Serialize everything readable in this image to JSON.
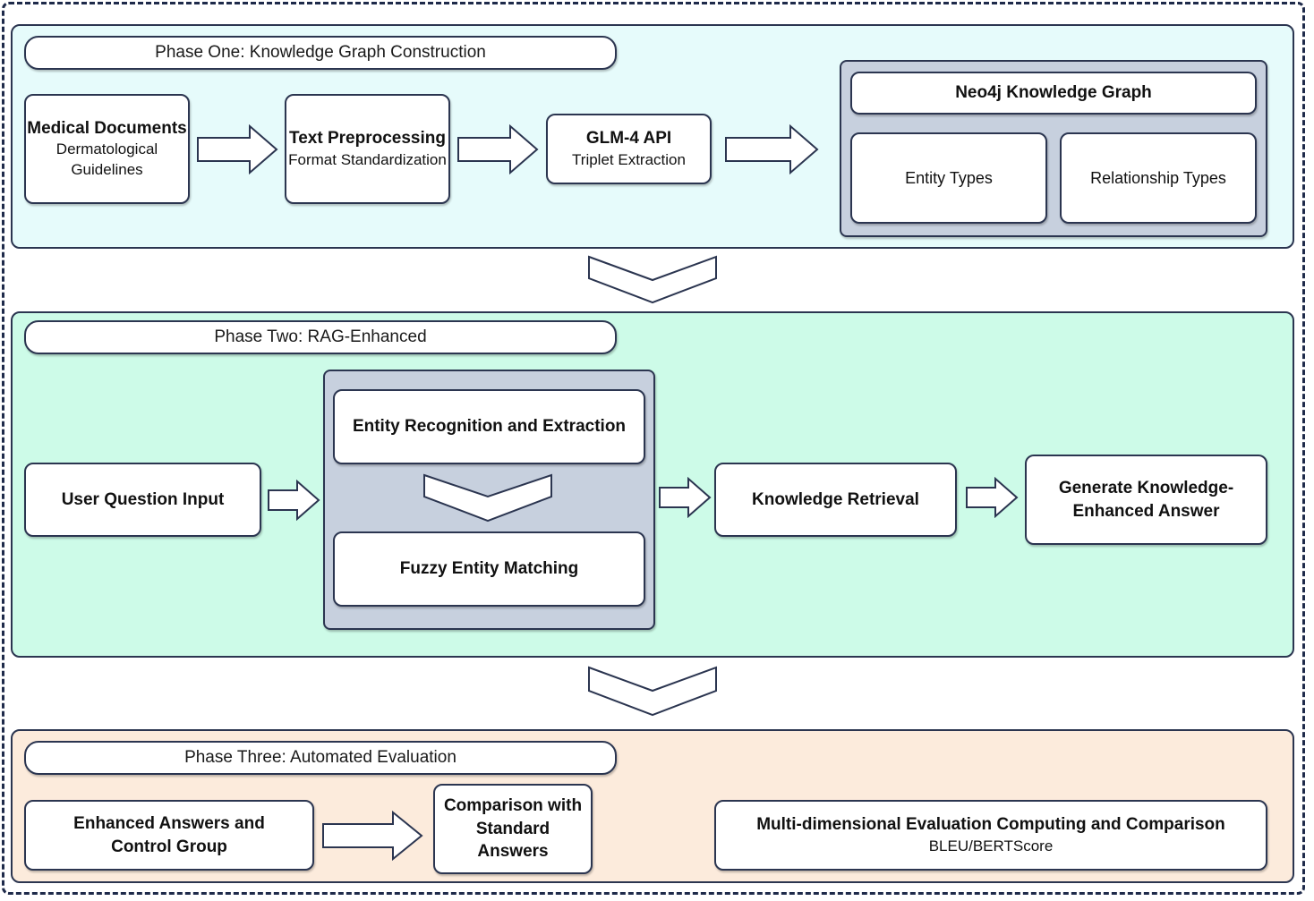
{
  "phase1": {
    "title": "Phase One: Knowledge Graph Construction",
    "medical": {
      "title": "Medical Documents",
      "sub": "Dermatological Guidelines"
    },
    "text": {
      "title": "Text Preprocessing",
      "sub": "Format Standardization"
    },
    "glm": {
      "title": "GLM-4 API",
      "sub": "Triplet Extraction"
    },
    "neo4j": {
      "title": "Neo4j Knowledge Graph",
      "entity_types": "Entity Types",
      "relationship_types": "Relationship Types"
    }
  },
  "phase2": {
    "title": "Phase Two: RAG-Enhanced",
    "user_input": "User Question Input",
    "entity_recognition": "Entity Recognition and Extraction",
    "fuzzy_matching": "Fuzzy Entity Matching",
    "knowledge_retrieval": "Knowledge Retrieval",
    "generate_answer": "Generate Knowledge-Enhanced Answer"
  },
  "phase3": {
    "title": "Phase Three: Automated Evaluation",
    "enhanced_answers": "Enhanced Answers and Control Group",
    "comparison": "Comparison with Standard Answers",
    "evaluation": {
      "title": "Multi-dimensional Evaluation Computing and Comparison",
      "sub": "BLEU/BERTScore"
    }
  },
  "colors": {
    "phase1_bg": "#e6fbfb",
    "phase2_bg": "#cdfbe8",
    "phase3_bg": "#fcebdc",
    "group_bg": "#c7d0de",
    "border": "#2b3550"
  }
}
